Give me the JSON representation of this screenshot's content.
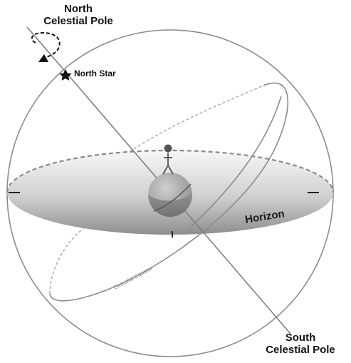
{
  "labels": {
    "north_pole_line1": "North",
    "north_pole_line2": "Celestial Pole",
    "south_pole_line1": "South",
    "south_pole_line2": "Celestial Pole",
    "north_star": "North Star",
    "horizon": "Horizon",
    "celestial_equator": "Celestial Equator"
  },
  "colors": {
    "sphere_outline": "#8c8c8c",
    "axis_line": "#7a7a7a",
    "horizon_fill_dark": "#9a9a9a",
    "horizon_fill_light": "#f2f2f2",
    "horizon_dashed_edge": "#8a8a8a",
    "earth_fill": "#9e9e9e",
    "observer": "#555555",
    "equator_dashed": "#a8a8a8"
  },
  "icons": {
    "north_star": "star-icon",
    "rotation": "rotation-arrow-icon",
    "observer": "stick-figure-icon",
    "earth": "earth-globe-icon"
  }
}
